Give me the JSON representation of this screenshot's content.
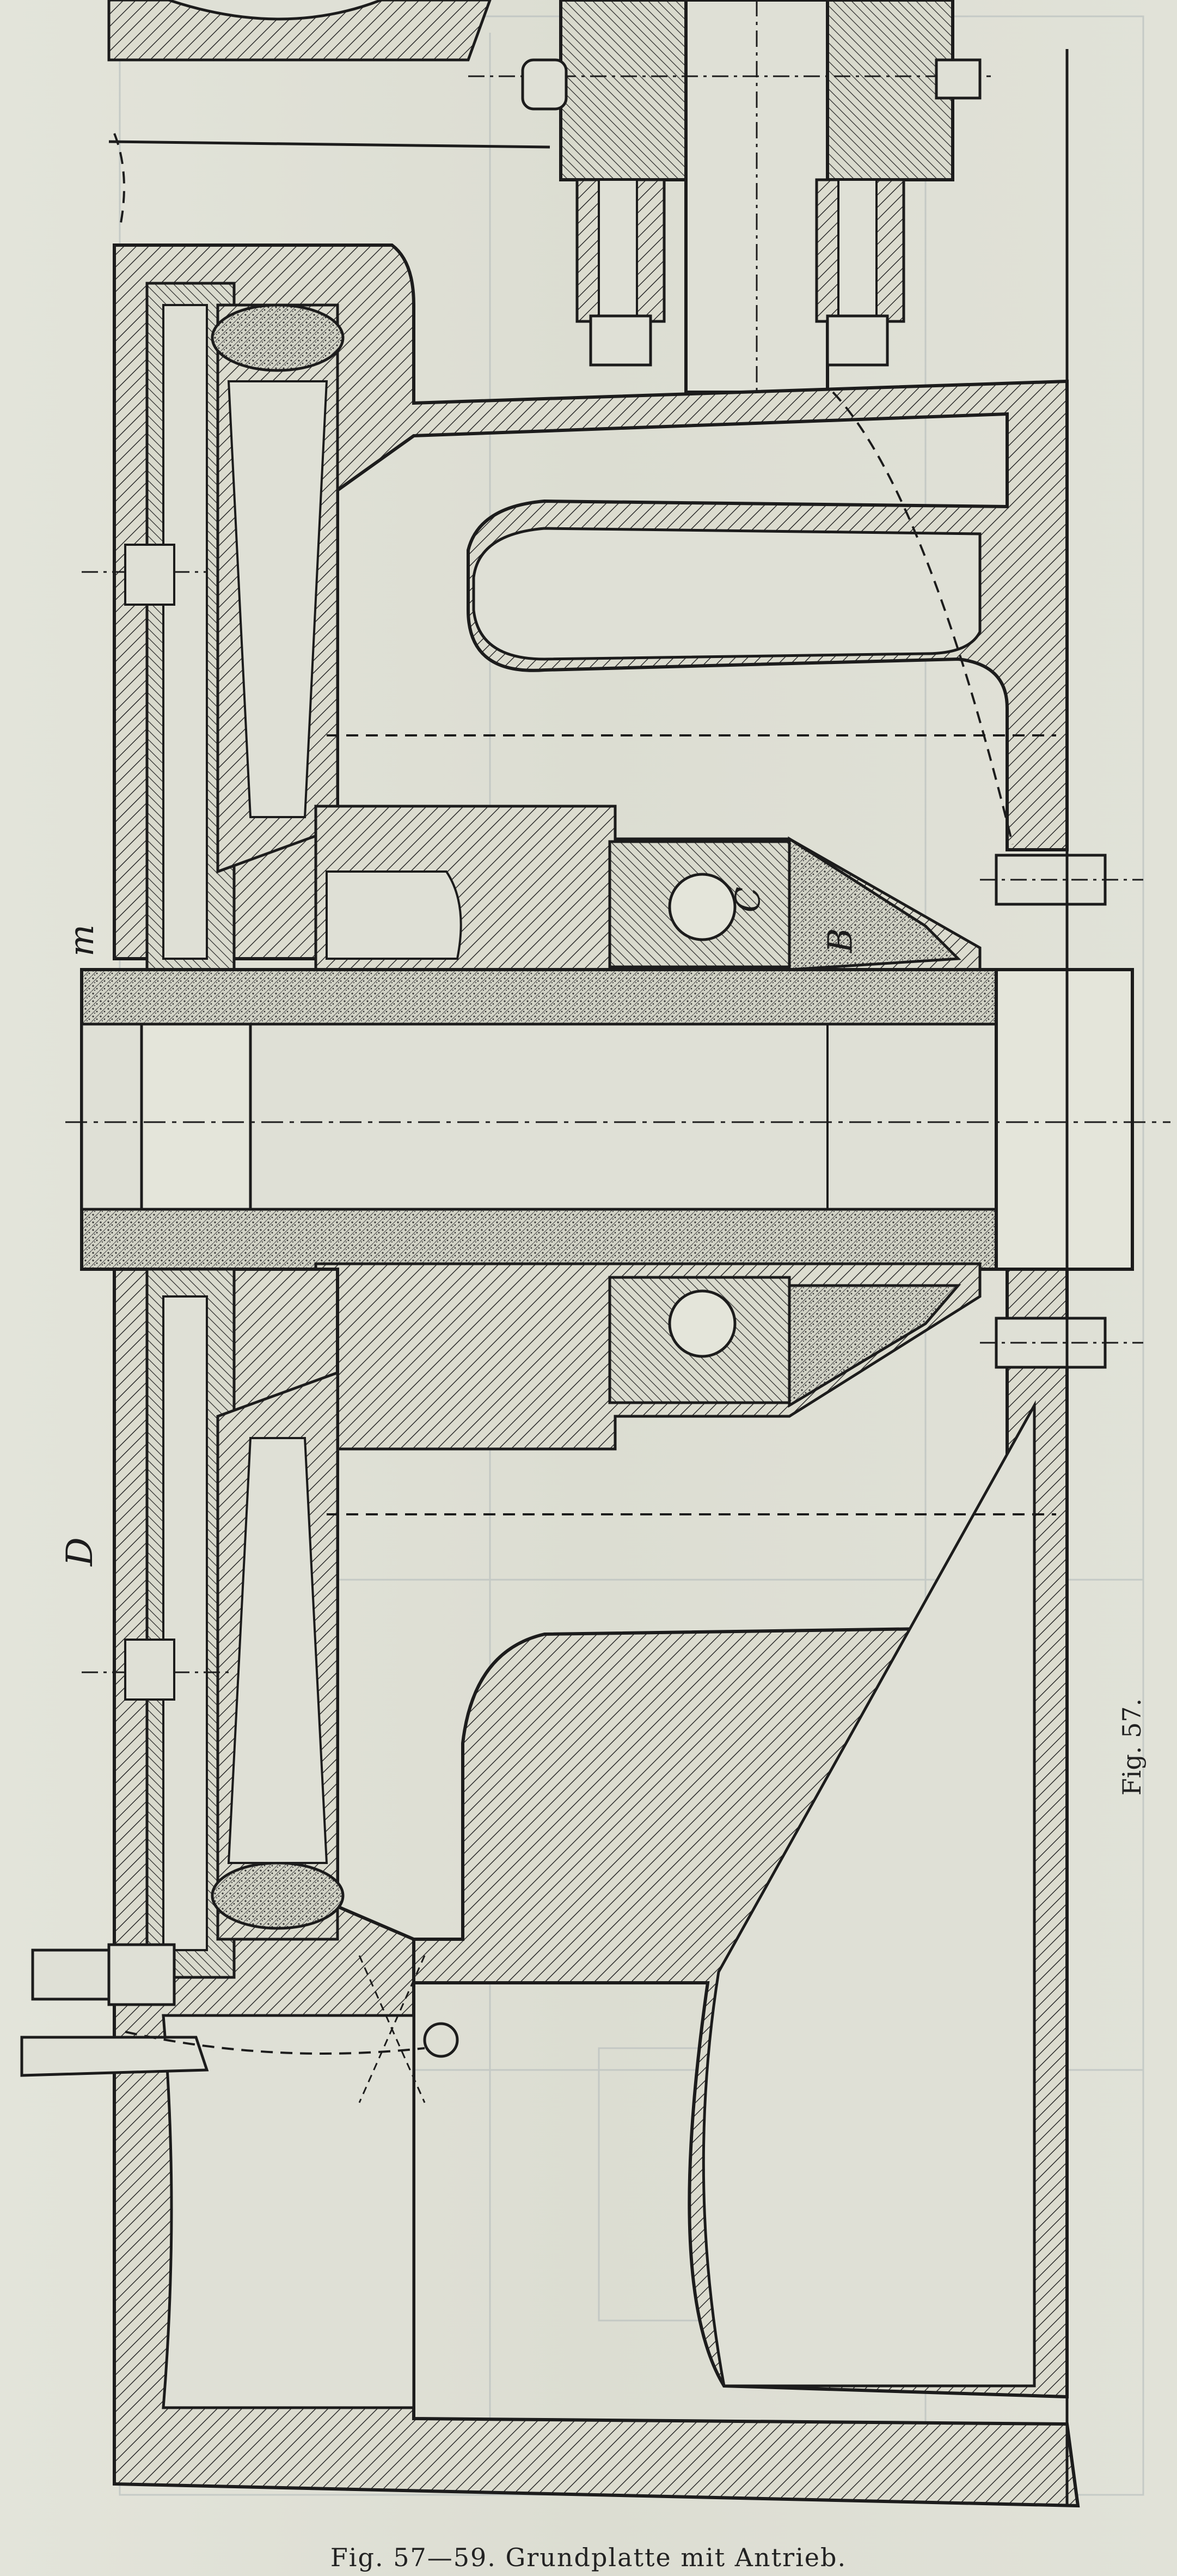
{
  "labels": {
    "m": "m",
    "D": "D",
    "C": "C",
    "B": "B"
  },
  "figure_side_label": "Fig. 57.",
  "caption": "Fig. 57—59. Grundplatte mit Antrieb.",
  "colors": {
    "paper": "#dfe0d6",
    "ink": "#1c1c1c",
    "section_shading": "#cfd0c4"
  }
}
